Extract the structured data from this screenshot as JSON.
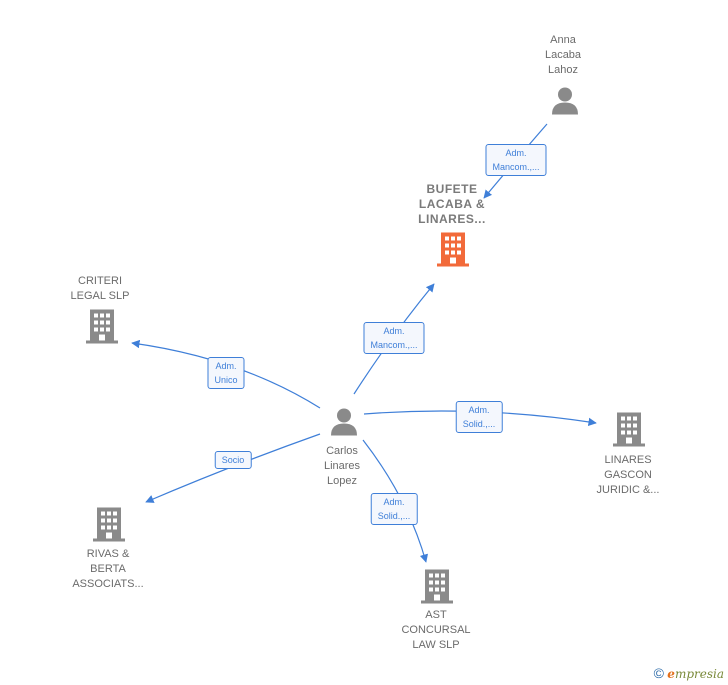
{
  "nodes": {
    "anna": {
      "label": "Anna\nLacaba\nLahoz",
      "kind": "person"
    },
    "bufete": {
      "label": "BUFETE\nLACABA &\nLINARES...",
      "kind": "company-focus"
    },
    "criteri": {
      "label": "CRITERI\nLEGAL  SLP",
      "kind": "company"
    },
    "carlos": {
      "label": "Carlos\nLinares\nLopez",
      "kind": "person"
    },
    "linares_gascon": {
      "label": "LINARES\nGASCON\nJURIDIC &...",
      "kind": "company"
    },
    "rivas": {
      "label": "RIVAS &\nBERTA\nASSOCIATS...",
      "kind": "company"
    },
    "ast": {
      "label": "AST\nCONCURSAL\nLAW  SLP",
      "kind": "company"
    }
  },
  "edges": [
    {
      "id": "anna-bufete",
      "label": "Adm.\nMancom.,..."
    },
    {
      "id": "carlos-bufete",
      "label": "Adm.\nMancom.,..."
    },
    {
      "id": "carlos-criteri",
      "label": "Adm.\nUnico"
    },
    {
      "id": "carlos-linares",
      "label": "Adm.\nSolid.,..."
    },
    {
      "id": "carlos-rivas",
      "label": "Socio"
    },
    {
      "id": "carlos-ast",
      "label": "Adm.\nSolid.,..."
    }
  ],
  "colors": {
    "edge": "#3f7fd8",
    "person": "#8a8a8a",
    "company": "#8a8a8a",
    "focus": "#f26a3a"
  },
  "footer": {
    "copyright": "©",
    "brand_first": "e",
    "brand_rest": "mpresia"
  }
}
